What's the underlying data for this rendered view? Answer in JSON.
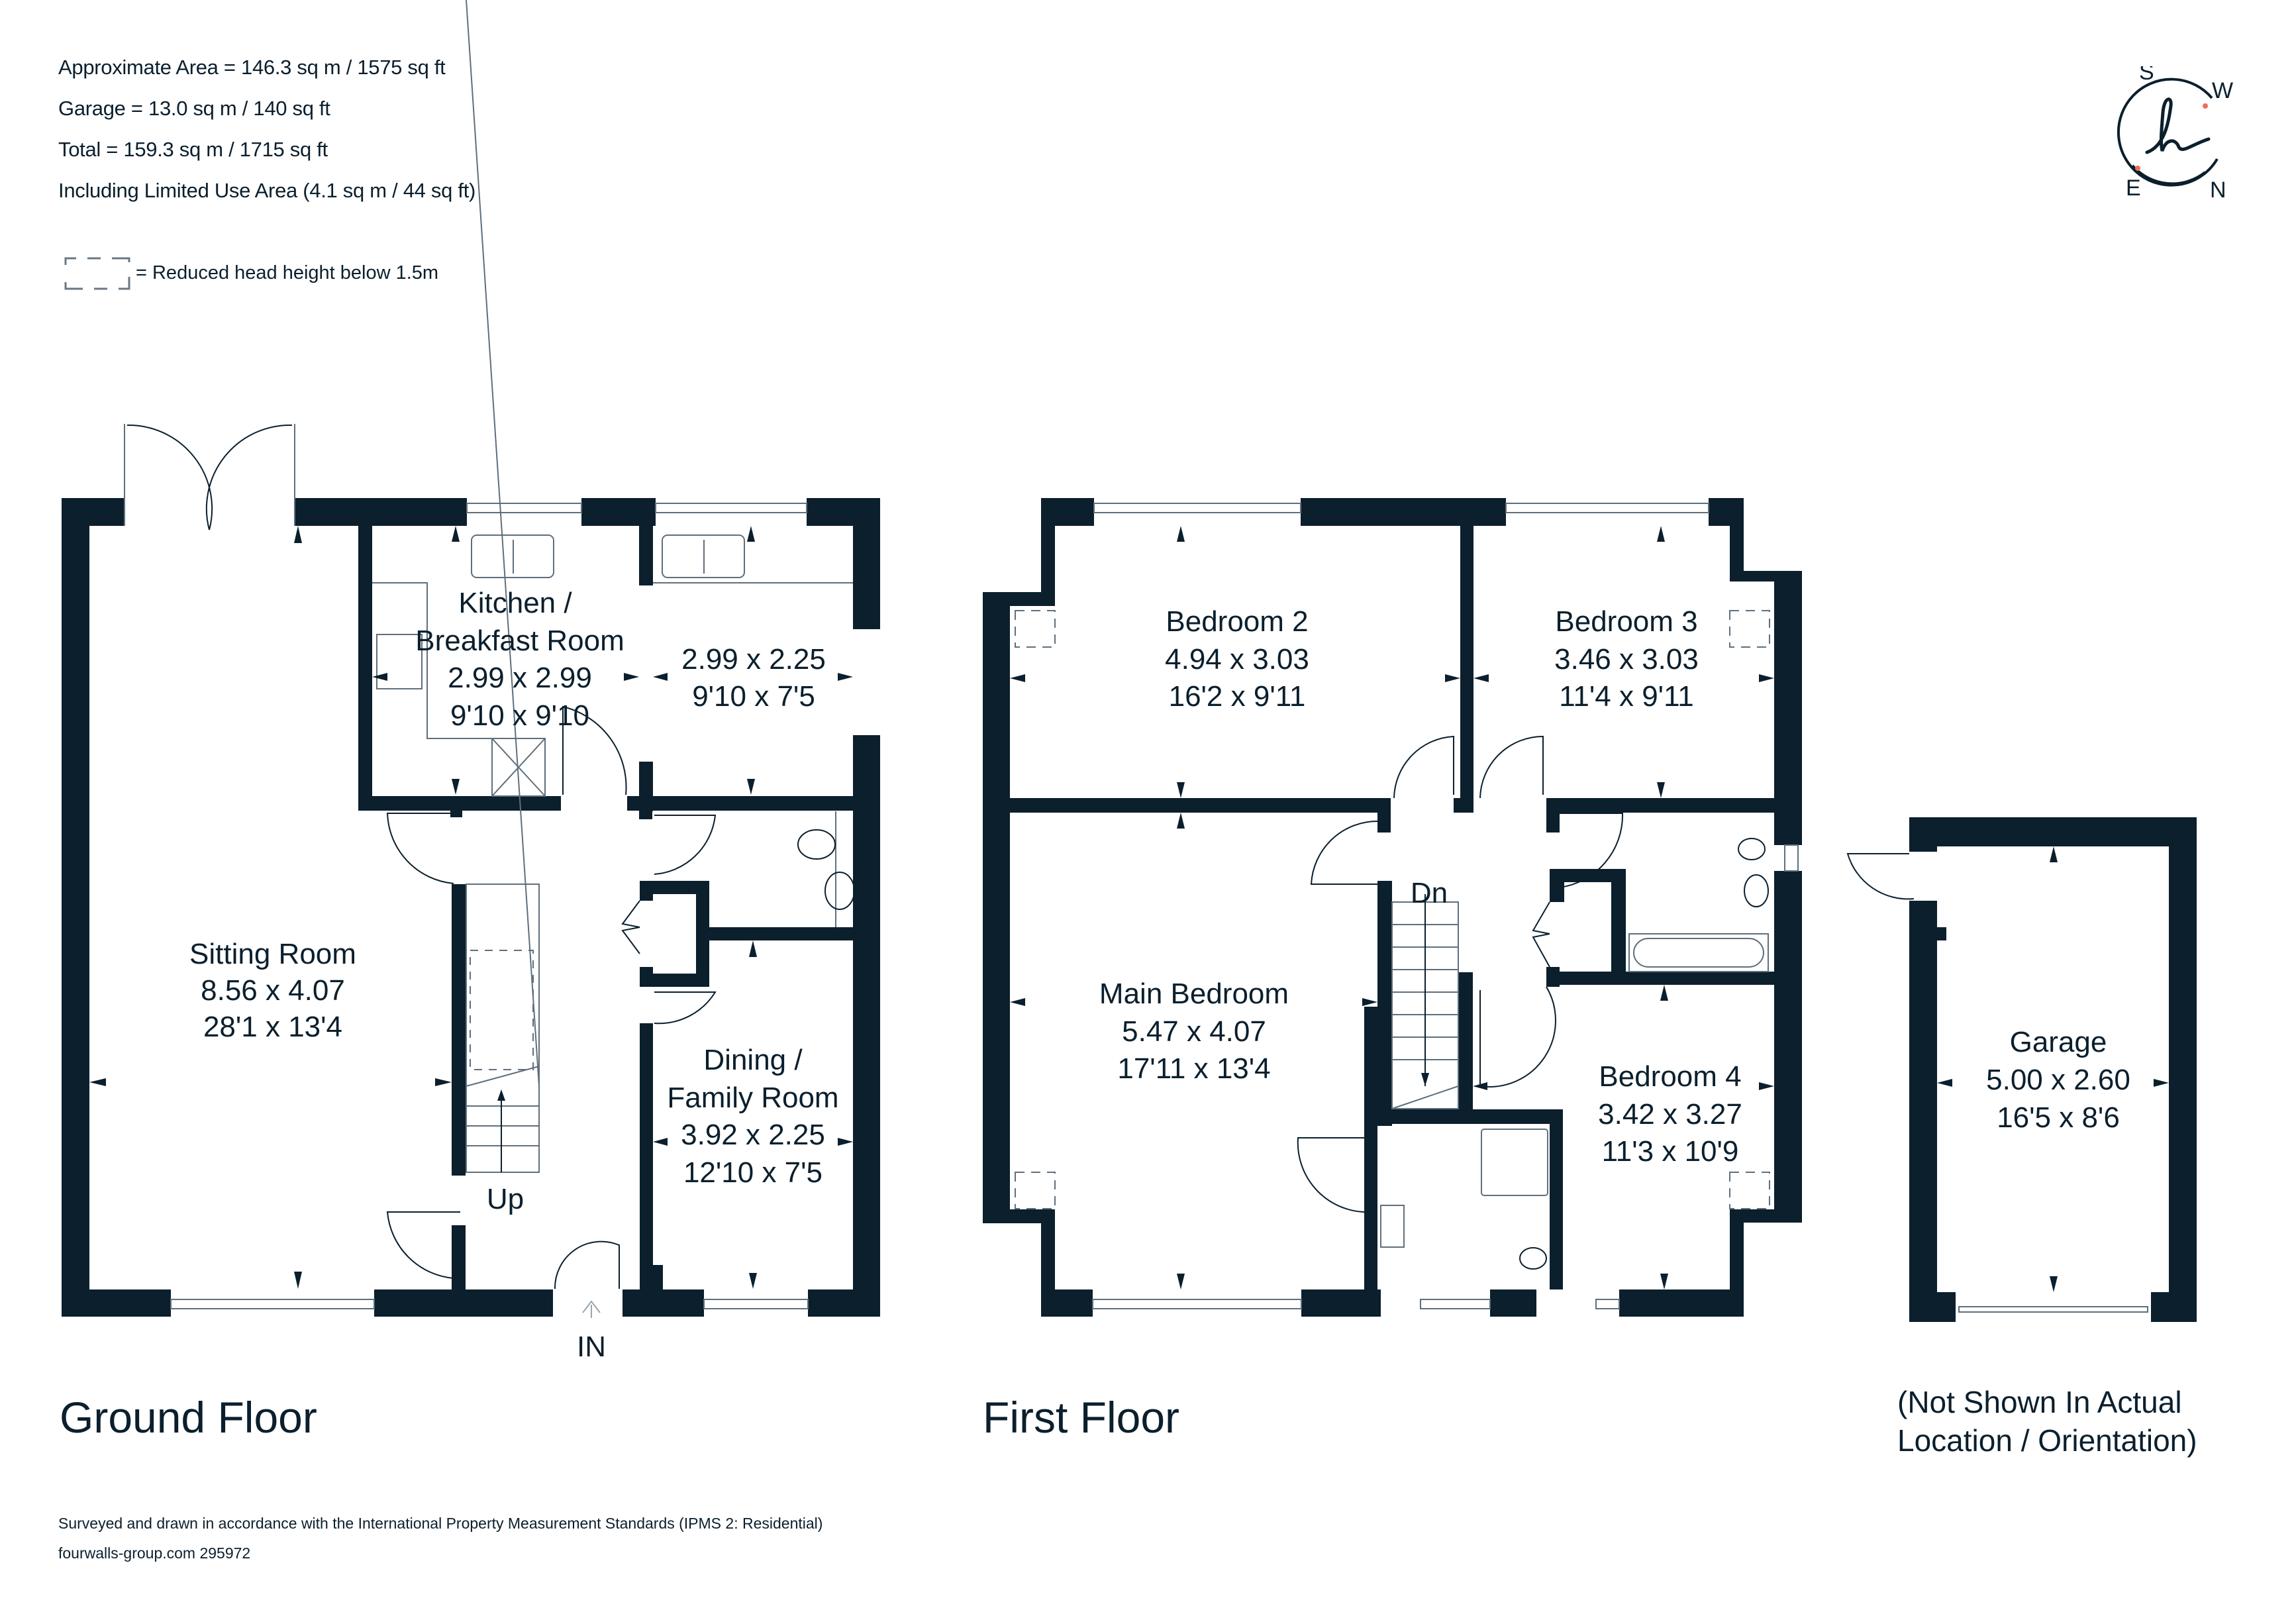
{
  "header": {
    "areas": [
      "Approximate Area = 146.3 sq m / 1575 sq ft",
      "Garage = 13.0 sq m / 140 sq ft",
      "Total = 159.3 sq m / 1715 sq ft",
      "Including Limited Use Area (4.1 sq m / 44 sq ft)"
    ],
    "legend": "= Reduced head height below 1.5m"
  },
  "compass": {
    "letters": {
      "n": "N",
      "s": "S",
      "e": "E",
      "w": "W"
    },
    "logo_glyph": "h",
    "accent_color": "#ee6b5f",
    "ink_color": "#0b1f2d"
  },
  "ground_floor": {
    "title": "Ground Floor",
    "rooms": {
      "sitting": {
        "name": "Sitting Room",
        "metric": "8.56 x 4.07",
        "imperial": "28'1 x 13'4"
      },
      "kitchen": {
        "name_line1": "Kitchen /",
        "name_line2": "Breakfast Room",
        "metric": "2.99 x 2.99",
        "imperial": "9'10 x 9'10"
      },
      "kitchen_annex": {
        "metric": "2.99 x 2.25",
        "imperial": "9'10 x 7'5"
      },
      "dining": {
        "name_line1": "Dining /",
        "name_line2": "Family Room",
        "metric": "3.92 x 2.25",
        "imperial": "12'10 x 7'5"
      }
    },
    "labels": {
      "stairs": "Up",
      "entrance": "IN"
    }
  },
  "first_floor": {
    "title": "First Floor",
    "rooms": {
      "bedroom2": {
        "name": "Bedroom 2",
        "metric": "4.94 x 3.03",
        "imperial": "16'2 x 9'11"
      },
      "bedroom3": {
        "name": "Bedroom 3",
        "metric": "3.46 x 3.03",
        "imperial": "11'4 x 9'11"
      },
      "main": {
        "name": "Main Bedroom",
        "metric": "5.47 x 4.07",
        "imperial": "17'11 x 13'4"
      },
      "bedroom4": {
        "name": "Bedroom 4",
        "metric": "3.42 x 3.27",
        "imperial": "11'3 x 10'9"
      }
    },
    "labels": {
      "stairs": "Dn"
    }
  },
  "garage": {
    "name": "Garage",
    "metric": "5.00 x 2.60",
    "imperial": "16'5 x 8'6",
    "note": "(Not Shown In Actual\nLocation / Orientation)"
  },
  "footer": {
    "standards": "Surveyed and drawn in accordance with the International Property Measurement Standards (IPMS 2: Residential)",
    "reference": "fourwalls-group.com 295972"
  },
  "colors": {
    "wall": "#0b1f2d",
    "fixture": "#5f6f7c",
    "background": "#ffffff"
  }
}
